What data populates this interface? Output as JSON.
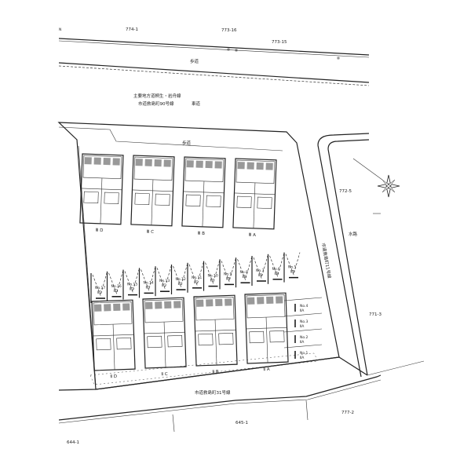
{
  "title_mark": "N",
  "parcels": {
    "p774_1": "774-1",
    "p773_16": "773-16",
    "p773_15": "773-15",
    "p772_5": "772-5",
    "p771_3": "771-3",
    "p777_2": "777-2",
    "p645_1": "645-1",
    "p644_1": "644-1"
  },
  "roads": {
    "sidewalk_top": "歩道",
    "sidewalk_mid": "歩道",
    "main_road_line1": "主要地方道桐生・岩舟線",
    "main_road_line2": "市道救島町90号線",
    "carriageway": "車道",
    "waterway": "水路",
    "east_road": "市道救島町11号線",
    "south_road": "市道救島町31号線"
  },
  "top_buildings": [
    "Ⅲ D",
    "Ⅲ C",
    "Ⅲ B",
    "Ⅲ A"
  ],
  "bottom_buildings": [
    "Ⅱ D",
    "Ⅱ C",
    "Ⅱ B",
    "Ⅱ A"
  ],
  "parking_top": [
    "No.17",
    "No.16",
    "No.15",
    "No.14",
    "No.13",
    "No.12",
    "No.11",
    "No.10",
    "No.9",
    "No.8",
    "No.7",
    "No.6",
    "No.5"
  ],
  "parking_top_units": [
    "ⅡD",
    "ⅡD",
    "ⅡD",
    "ⅡC",
    "ⅡC",
    "ⅡC",
    "ⅡC",
    "ⅡC",
    "ⅡB",
    "ⅡB",
    "ⅡB",
    "ⅡB",
    "ⅡB"
  ],
  "parking_side": [
    "No.4",
    "No.3",
    "No.2",
    "No.1"
  ],
  "parking_side_units": [
    "ⅡA",
    "ⅡA",
    "ⅡA",
    "ⅡA"
  ]
}
